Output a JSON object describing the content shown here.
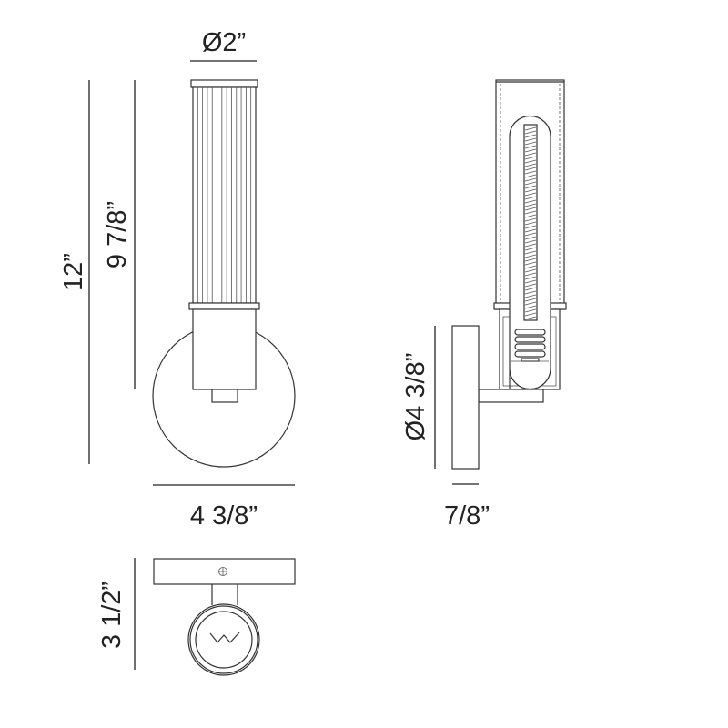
{
  "dimensions": {
    "shade_diameter": "Ø2”",
    "overall_height": "12”",
    "shade_height": "9 7/8”",
    "backplate_width": "4 3/8”",
    "backplate_diameter": "Ø4 3/8”",
    "backplate_depth": "7/8”",
    "extension": "3 1/2”"
  },
  "colors": {
    "line": "#333333",
    "background": "#ffffff"
  }
}
